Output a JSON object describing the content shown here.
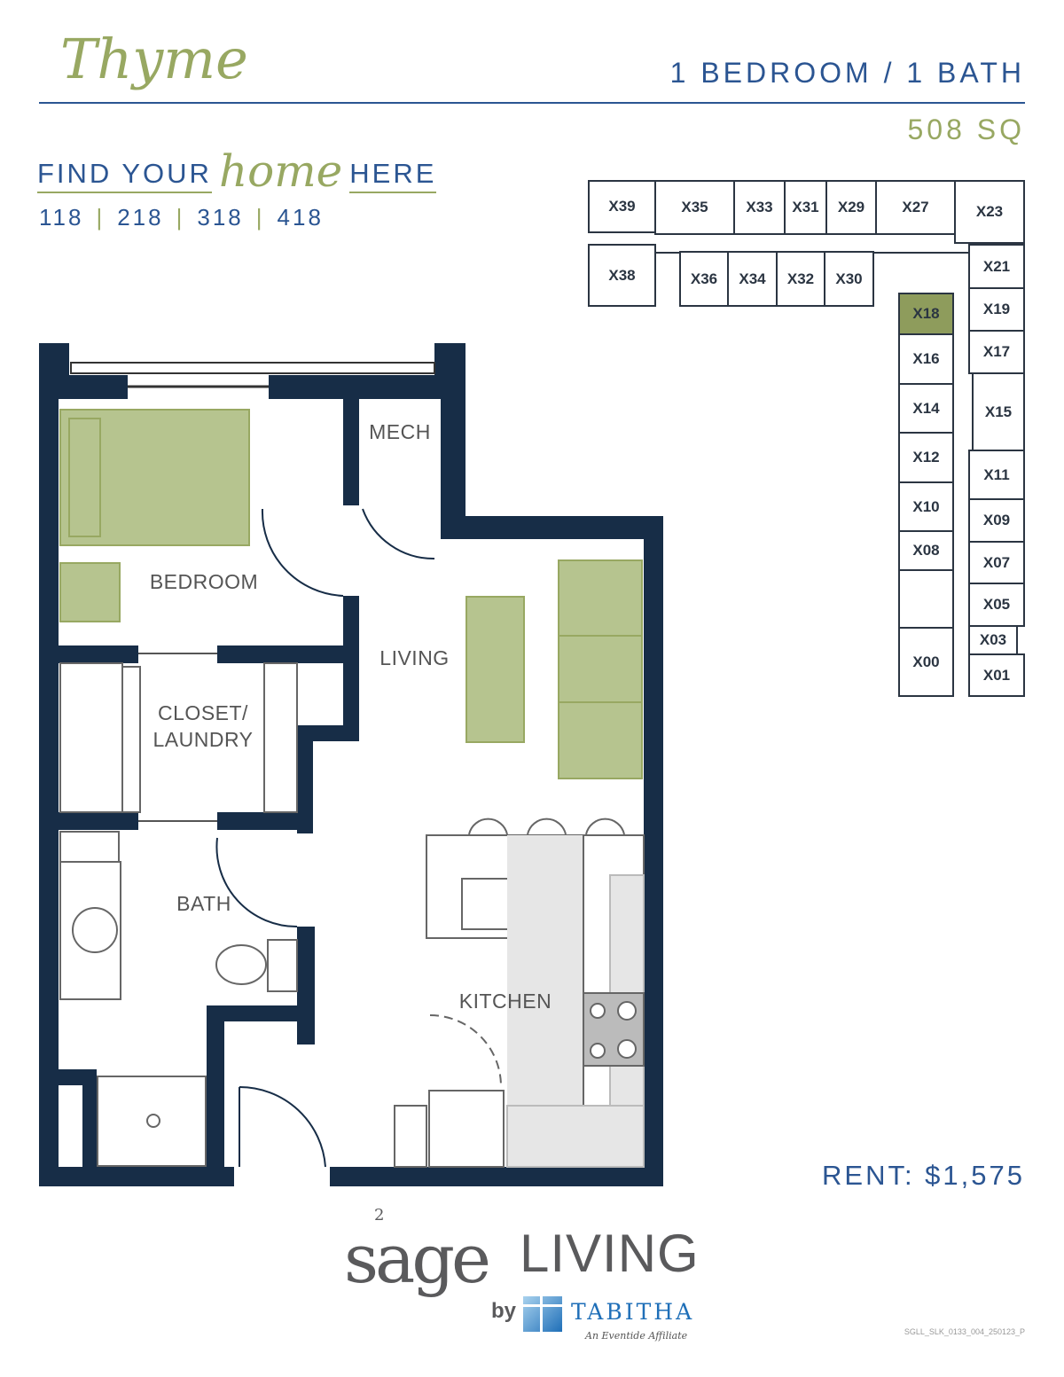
{
  "header": {
    "plan_name": "Thyme",
    "unit_type": "1 BEDROOM / 1 BATH",
    "area": "508 SQ",
    "tagline_pre": "FIND YOUR",
    "tagline_script": "home",
    "tagline_post": "HERE",
    "units": [
      "118",
      "218",
      "318",
      "418"
    ]
  },
  "rooms": {
    "mech": "MECH",
    "bedroom": "BEDROOM",
    "living": "LIVING",
    "closet_line1": "CLOSET/",
    "closet_line2": "LAUNDRY",
    "bath": "BATH",
    "kitchen": "KITCHEN"
  },
  "key_plan": {
    "highlighted": "X18",
    "units": [
      "X39",
      "X35",
      "X33",
      "X31",
      "X29",
      "X27",
      "X23",
      "X38",
      "X36",
      "X34",
      "X32",
      "X30",
      "X21",
      "X19",
      "X17",
      "X15",
      "X11",
      "X09",
      "X07",
      "X05",
      "X03",
      "X01",
      "X18",
      "X16",
      "X14",
      "X12",
      "X10",
      "X08",
      "X00"
    ]
  },
  "rent": "RENT: $1,575",
  "logo": {
    "sage": "sage",
    "superscript": "2",
    "living": "LIVING",
    "by": "by",
    "tabitha": "TABITHA",
    "affiliate": "An Eventide Affiliate"
  },
  "doc_code": "SGLL_SLK_0133_004_250123_P",
  "colors": {
    "navy": "#172d47",
    "blue": "#2b5592",
    "green": "#98a862",
    "furniture": "#b6c48f"
  }
}
